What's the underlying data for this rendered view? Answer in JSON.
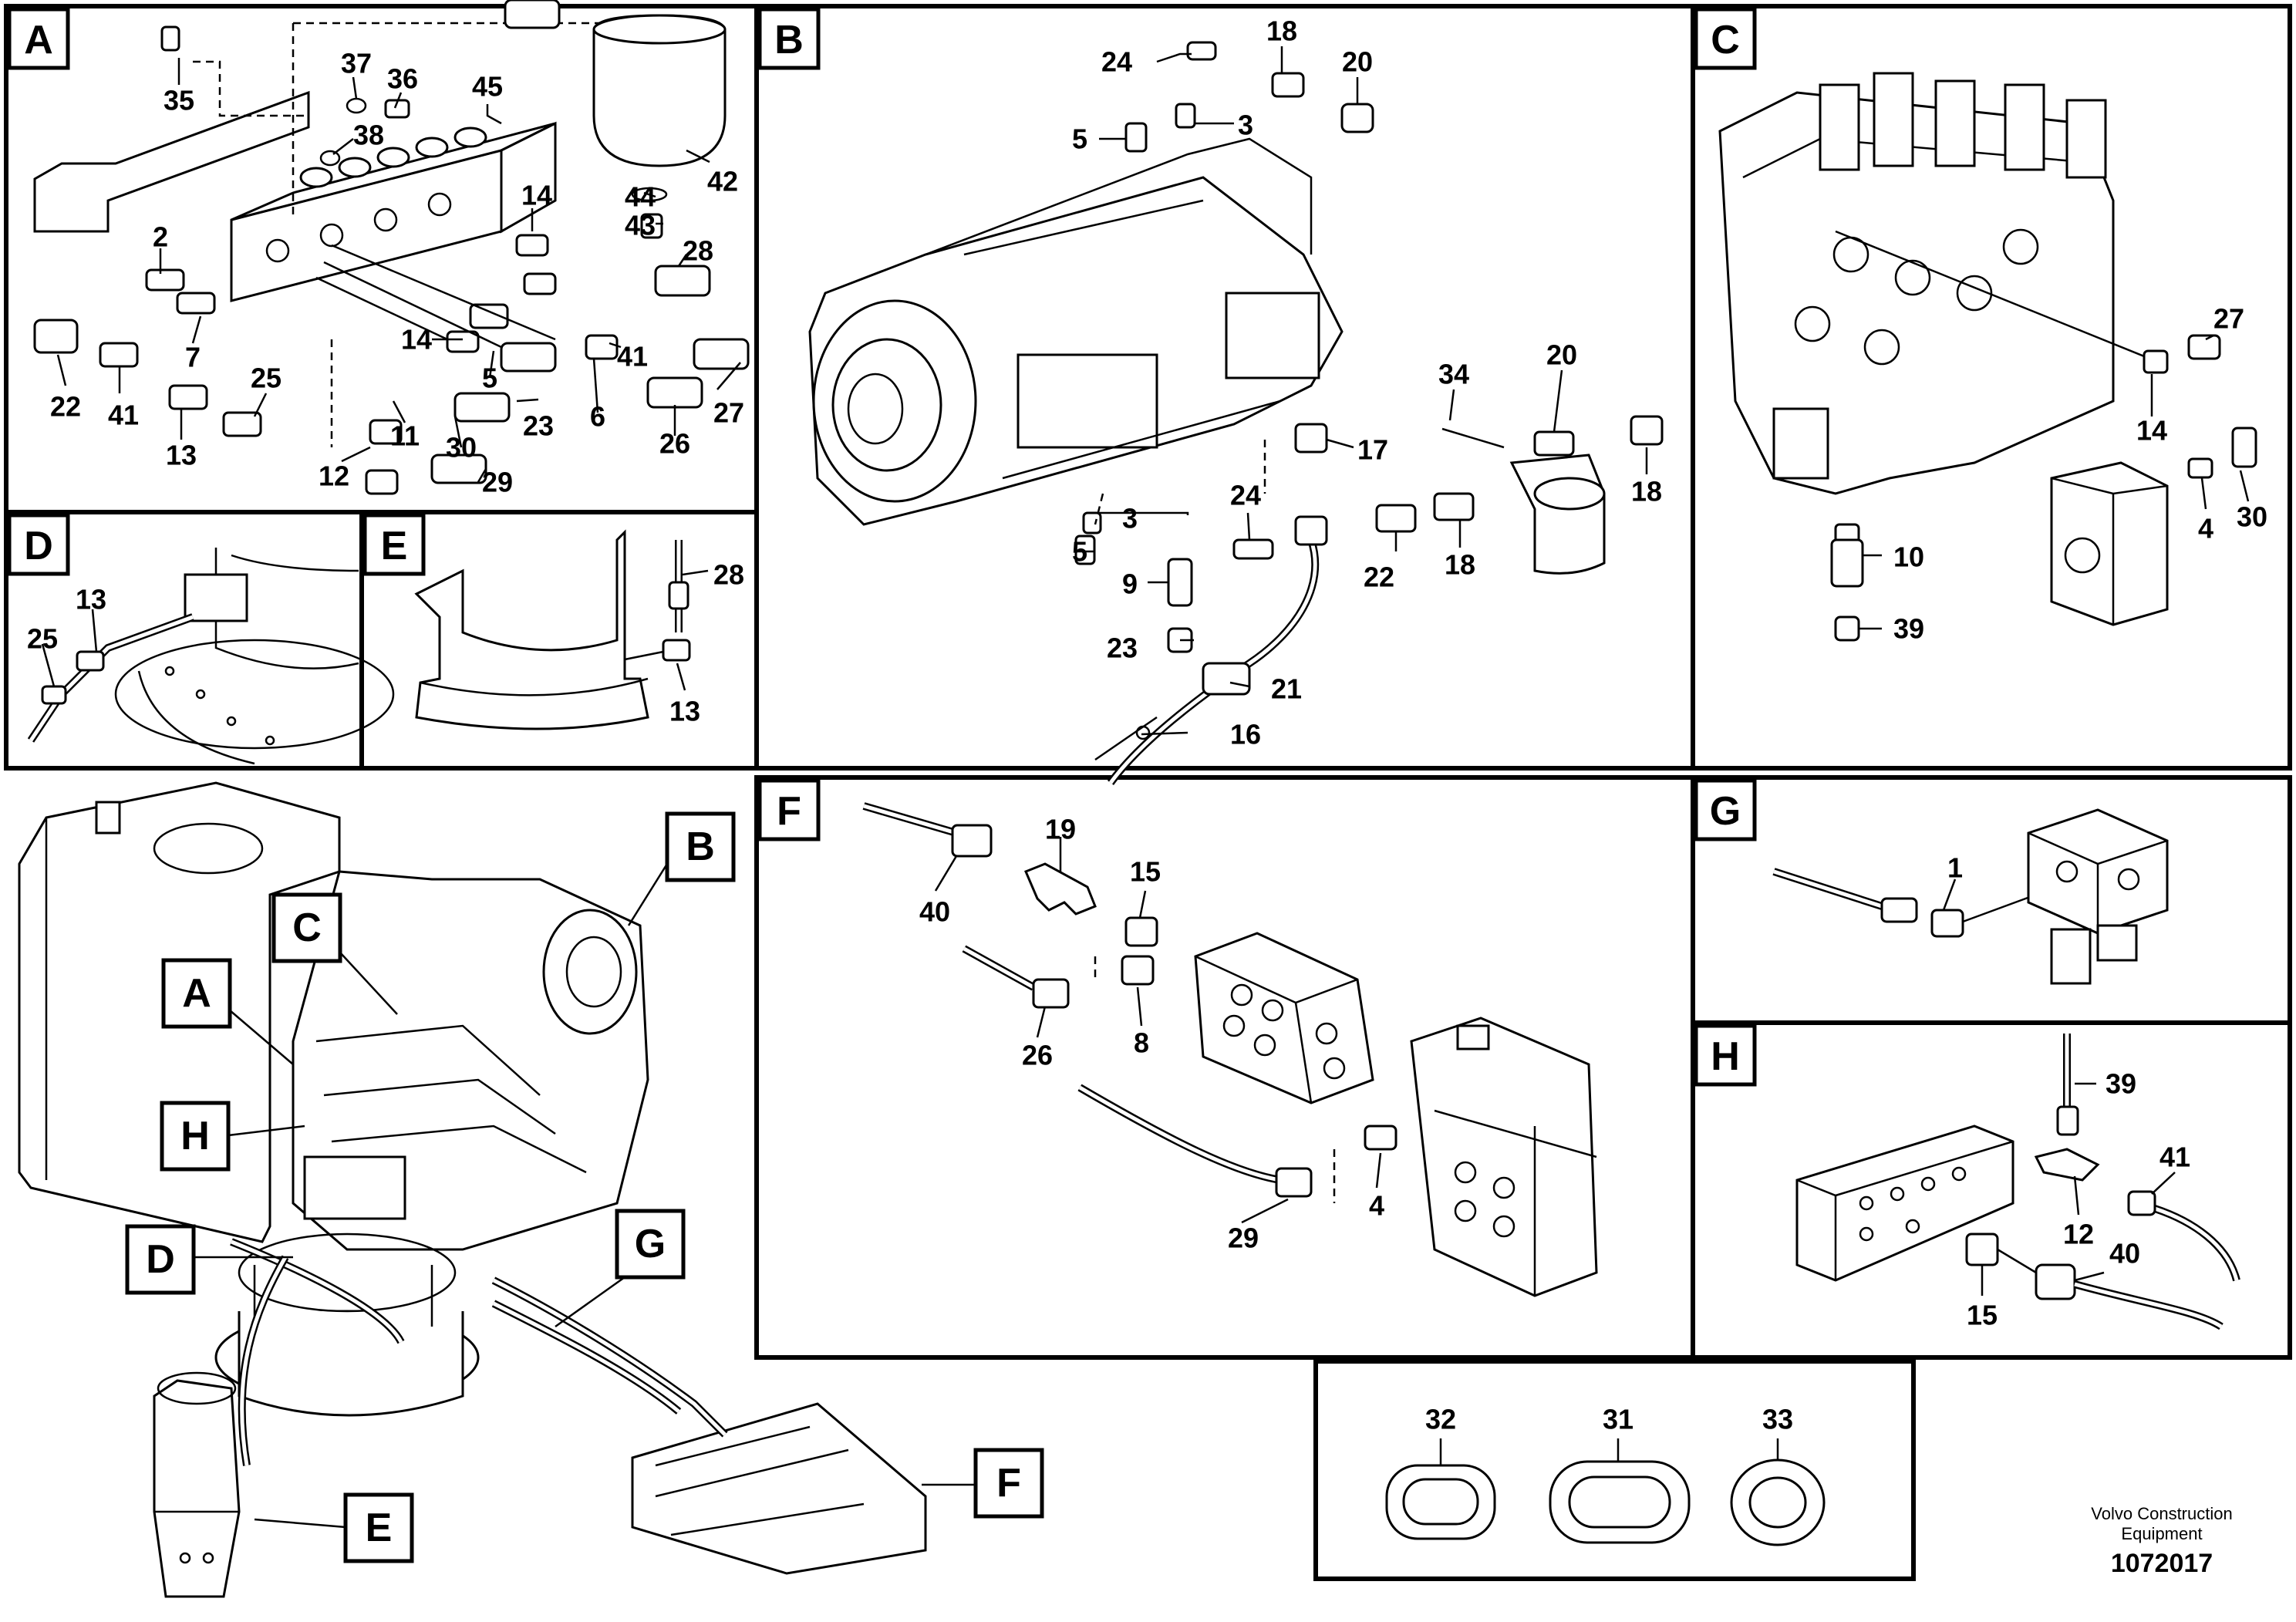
{
  "panels": {
    "A": {
      "label": "A",
      "callouts": [
        "35",
        "37",
        "36",
        "45",
        "38",
        "42",
        "44",
        "43",
        "2",
        "14",
        "28",
        "7",
        "22",
        "41",
        "25",
        "13",
        "14",
        "11",
        "12",
        "5",
        "41",
        "6",
        "23",
        "30",
        "29",
        "26",
        "27"
      ]
    },
    "B": {
      "label": "B",
      "callouts": [
        "24",
        "18",
        "20",
        "5",
        "3",
        "34",
        "20",
        "17",
        "18",
        "5",
        "3",
        "24",
        "9",
        "22",
        "18",
        "23",
        "21",
        "16"
      ]
    },
    "C": {
      "label": "C",
      "callouts": [
        "27",
        "14",
        "4",
        "30",
        "10",
        "39"
      ]
    },
    "D": {
      "label": "D",
      "callouts": [
        "13",
        "25"
      ]
    },
    "E": {
      "label": "E",
      "callouts": [
        "28",
        "13"
      ]
    },
    "F": {
      "label": "F",
      "callouts": [
        "19",
        "15",
        "40",
        "8",
        "26",
        "4",
        "29"
      ]
    },
    "G": {
      "label": "G",
      "callouts": [
        "1"
      ]
    },
    "H": {
      "label": "H",
      "callouts": [
        "39",
        "41",
        "12",
        "40",
        "15"
      ]
    },
    "seals": {
      "callouts": [
        "32",
        "31",
        "33"
      ]
    }
  },
  "overview_tags": [
    "B",
    "C",
    "A",
    "H",
    "D",
    "G",
    "E",
    "F"
  ],
  "footer": {
    "company_line1": "Volvo Construction",
    "company_line2": "Equipment",
    "drawing_number": "1072017"
  }
}
